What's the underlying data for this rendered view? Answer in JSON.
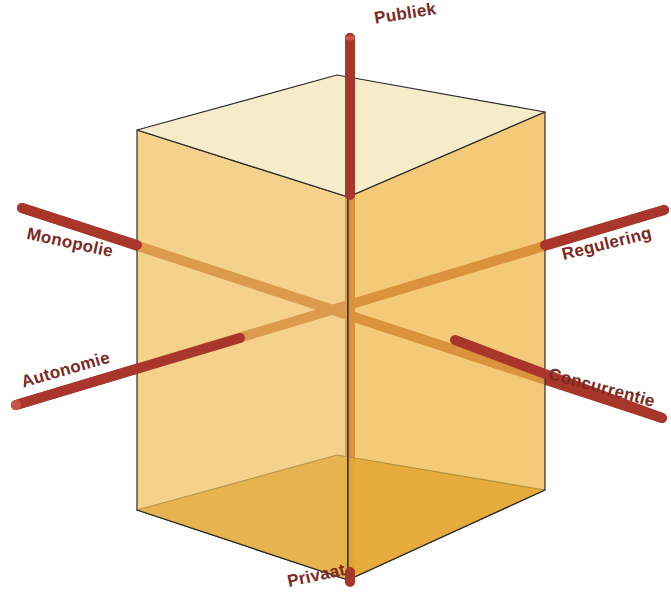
{
  "diagram": {
    "labels": [
      "Publiek",
      "Monopolie",
      "Regulering",
      "Autonomie",
      "Concurrentie",
      "Privaat"
    ]
  }
}
